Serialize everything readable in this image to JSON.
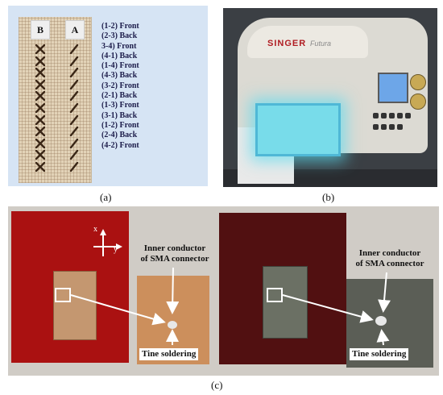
{
  "panel_a": {
    "col_labels": [
      "B",
      "A"
    ],
    "sequence": [
      "(1-2) Front",
      "(2-3) Back",
      "3-4) Front",
      "(4-1) Back",
      "(1-4) Front",
      "(4-3) Back",
      "(3-2) Front",
      "(2-1) Back",
      "(1-3) Front",
      "(3-1) Back",
      "(1-2) Front",
      "(2-4) Back",
      "(4-2) Front"
    ],
    "caption": "(a)"
  },
  "panel_b": {
    "brand": "SINGER",
    "model": "Futura",
    "caption": "(b)"
  },
  "panel_c": {
    "axis_x": "x",
    "axis_y": "y",
    "inner_conductor_label_1": "Inner conductor",
    "inner_conductor_label_2": "of SMA connector",
    "tine_soldering": "Tine soldering",
    "caption": "(c)"
  },
  "colors": {
    "panel_a_bg": "#d6e4f4",
    "stitch_thread": "#3a2616",
    "red_felt": "#aa1111",
    "dark_felt": "#511011",
    "copper_patch": "#c49770",
    "grey_patch": "#6b7064",
    "embroidery_glow": "#78dcea"
  },
  "icons": [
    "x-stitch-icon",
    "slash-stitch-icon",
    "coordinate-axes-icon",
    "arrow-icon"
  ]
}
